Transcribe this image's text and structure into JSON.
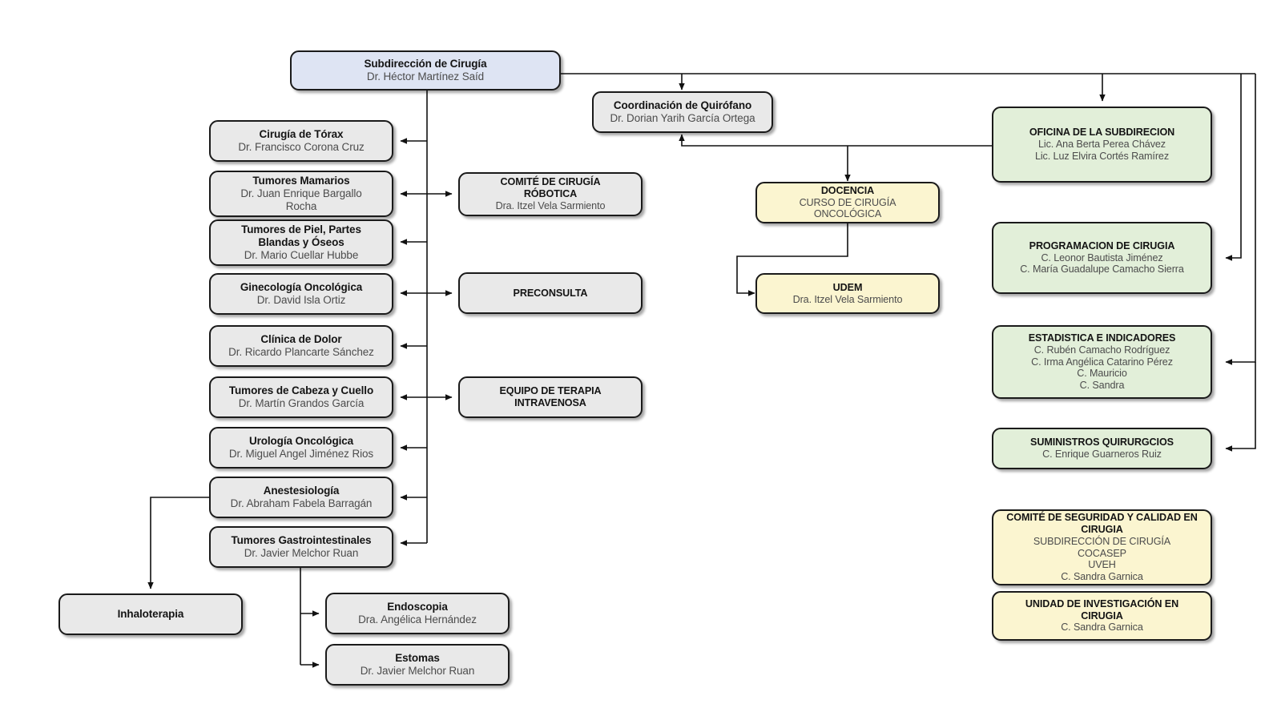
{
  "meta": {
    "title": "Organigrama Subdirección de Cirugía",
    "colors": {
      "root": "#dee4f3",
      "unit": "#e9e9e9",
      "office": "#e2efd9",
      "committee": "#fbf5d0",
      "border": "#1a1a1a",
      "title_text": "#141414",
      "sub_text": "#4c4c4c"
    }
  },
  "chart_data": {
    "type": "diagram",
    "title": "Subdirección de Cirugía - Organigrama",
    "nodes": [
      {
        "id": "root",
        "title": "Subdirección de Cirugía",
        "sub1": "Dr. Héctor Martínez Saíd",
        "color": "root"
      },
      {
        "id": "torax",
        "title": "Cirugía de Tórax",
        "sub1": "Dr. Francisco Corona Cruz",
        "color": "unit"
      },
      {
        "id": "mamarios",
        "title": "Tumores Mamarios",
        "sub1": "Dr. Juan Enrique Bargallo",
        "sub2": "Rocha",
        "color": "unit"
      },
      {
        "id": "piel",
        "title": "Tumores de Piel, Partes",
        "title2": "Blandas y Óseos",
        "sub1": "Dr. Mario Cuellar Hubbe",
        "color": "unit"
      },
      {
        "id": "gineco",
        "title": "Ginecología Oncológica",
        "sub1": "Dr. David Isla Ortiz",
        "color": "unit"
      },
      {
        "id": "dolor",
        "title": "Clínica de Dolor",
        "sub1": "Dr. Ricardo Plancarte Sánchez",
        "color": "unit"
      },
      {
        "id": "cabeza",
        "title": "Tumores de Cabeza y Cuello",
        "sub1": "Dr. Martín Grandos García",
        "color": "unit"
      },
      {
        "id": "urologia",
        "title": "Urología Oncológica",
        "sub1": "Dr. Miguel Angel Jiménez Rios",
        "color": "unit"
      },
      {
        "id": "anestesiologia",
        "title": "Anestesiología",
        "sub1": "Dr. Abraham Fabela Barragán",
        "color": "unit"
      },
      {
        "id": "gastro",
        "title": "Tumores Gastrointestinales",
        "sub1": "Dr. Javier Melchor Ruan",
        "color": "unit"
      },
      {
        "id": "inhaloterapia",
        "title": "Inhaloterapia",
        "color": "unit"
      },
      {
        "id": "endoscopia",
        "title": "Endoscopia",
        "sub1": "Dra. Angélica Hernández",
        "color": "unit"
      },
      {
        "id": "estomas",
        "title": "Estomas",
        "sub1": "Dr. Javier Melchor Ruan",
        "color": "unit"
      },
      {
        "id": "robotica",
        "title": "COMITÉ DE CIRUGÍA",
        "title2": "RÓBOTICA",
        "sub1": "Dra. Itzel Vela Sarmiento",
        "color": "unit"
      },
      {
        "id": "preconsulta",
        "title": "PRECONSULTA",
        "color": "unit"
      },
      {
        "id": "terapia",
        "title": "EQUIPO DE TERAPIA",
        "title2": "INTRAVENOSA",
        "color": "unit"
      },
      {
        "id": "quirofano",
        "title": "Coordinación de Quirófano",
        "sub1": "Dr. Dorian Yarih García Ortega",
        "color": "unit"
      },
      {
        "id": "docencia",
        "title": "DOCENCIA",
        "sub1": "CURSO DE CIRUGÍA",
        "sub2": "ONCOLÓGICA",
        "color": "committee"
      },
      {
        "id": "udem",
        "title": "UDEM",
        "sub1": "Dra. Itzel Vela Sarmiento",
        "color": "committee"
      },
      {
        "id": "oficina",
        "title": "OFICINA DE LA SUBDIRECION",
        "sub1": "Lic. Ana Berta Perea Chávez",
        "sub2": "Lic. Luz Elvira Cortés Ramírez",
        "color": "office"
      },
      {
        "id": "programacion",
        "title": "PROGRAMACION DE CIRUGIA",
        "sub1": "C. Leonor Bautista Jiménez",
        "sub2": "C. María Guadalupe Camacho Sierra",
        "color": "office"
      },
      {
        "id": "estadistica",
        "title": "ESTADISTICA E INDICADORES",
        "sub1": "C. Rubén Camacho Rodríguez",
        "sub2": "C. Irma Angélica Catarino Pérez",
        "sub3": "C. Mauricio",
        "sub4": "C. Sandra",
        "color": "office"
      },
      {
        "id": "suministros",
        "title": "SUMINISTROS QUIRURGCIOS",
        "sub1": "C. Enrique Guarneros Ruiz",
        "color": "office"
      },
      {
        "id": "cocasep",
        "title": "COMITÉ DE SEGURIDAD Y CALIDAD EN",
        "title2": "CIRUGIA",
        "sub1": "SUBDIRECCIÓN DE CIRUGÍA",
        "sub2": "COCASEP",
        "sub3": "UVEH",
        "sub4": "C. Sandra Garnica",
        "color": "committee"
      },
      {
        "id": "investigacion",
        "title": "UNIDAD DE INVESTIGACIÓN EN",
        "title2": "CIRUGIA",
        "sub1": "C. Sandra Garnica",
        "color": "committee"
      }
    ],
    "edges": [
      {
        "from": "root",
        "to": "torax"
      },
      {
        "from": "root",
        "to": "mamarios"
      },
      {
        "from": "root",
        "to": "piel"
      },
      {
        "from": "root",
        "to": "gineco"
      },
      {
        "from": "root",
        "to": "dolor"
      },
      {
        "from": "root",
        "to": "cabeza"
      },
      {
        "from": "root",
        "to": "urologia"
      },
      {
        "from": "root",
        "to": "anestesiologia"
      },
      {
        "from": "root",
        "to": "gastro"
      },
      {
        "from": "root",
        "to": "robotica"
      },
      {
        "from": "root",
        "to": "preconsulta"
      },
      {
        "from": "root",
        "to": "terapia"
      },
      {
        "from": "root",
        "to": "quirofano"
      },
      {
        "from": "root",
        "to": "oficina"
      },
      {
        "from": "root",
        "to": "programacion"
      },
      {
        "from": "root",
        "to": "estadistica"
      },
      {
        "from": "root",
        "to": "suministros"
      },
      {
        "from": "anestesiologia",
        "to": "inhaloterapia"
      },
      {
        "from": "gastro",
        "to": "endoscopia"
      },
      {
        "from": "gastro",
        "to": "estomas"
      },
      {
        "from": "oficina",
        "to": "quirofano"
      },
      {
        "from": "oficina",
        "to": "docencia"
      },
      {
        "from": "docencia",
        "to": "udem"
      }
    ]
  }
}
